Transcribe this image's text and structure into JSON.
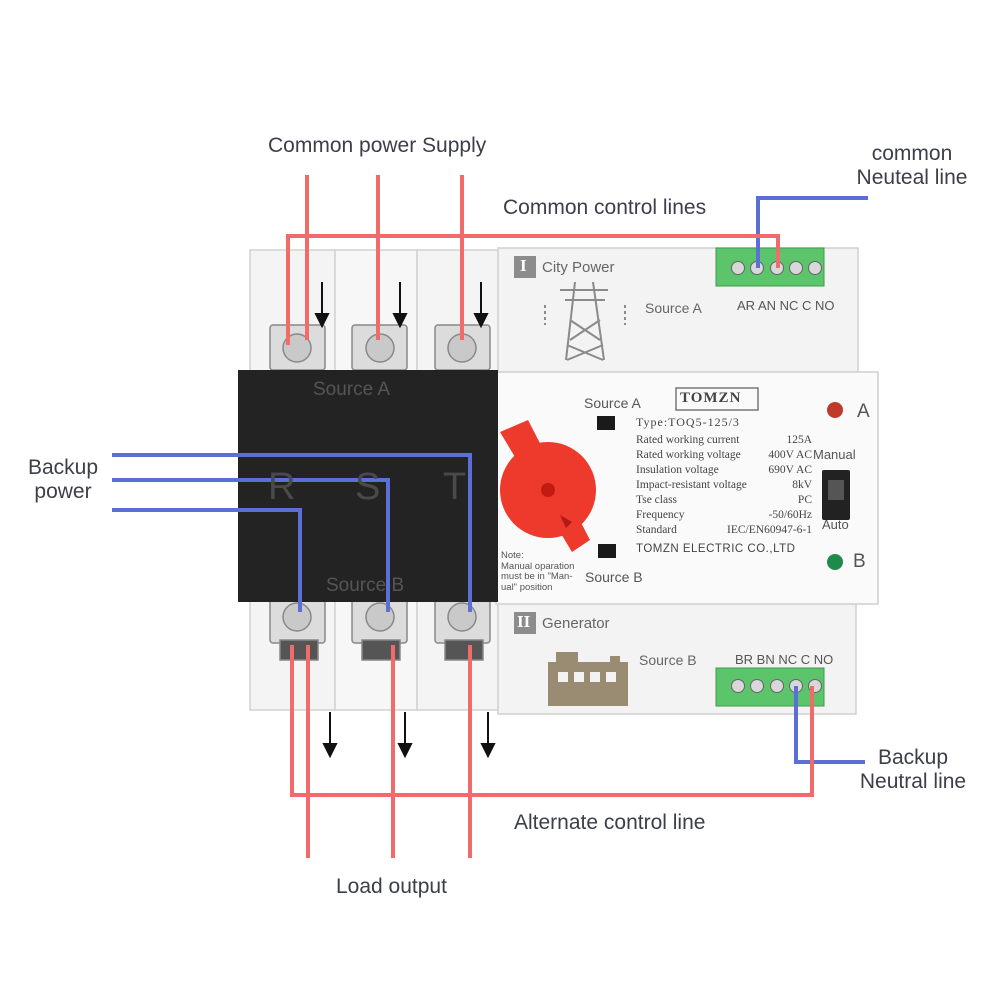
{
  "labels": {
    "common_power_supply": "Common power Supply",
    "common_neutral_line": "common\nNeuteal line",
    "common_control_lines": "Common control lines",
    "backup_power": "Backup\npower",
    "backup_neutral_line": "Backup\nNeutral line",
    "alternate_control_line": "Alternate control line",
    "load_output": "Load output"
  },
  "device": {
    "top_section_numeral": "I",
    "top_section_title": "City Power",
    "top_source_label": "Source A",
    "top_terminals": "AR AN NC C NO",
    "bottom_section_numeral": "II",
    "bottom_section_title": "Generator",
    "bottom_source_label": "Source B",
    "bottom_terminals": "BR BN NC C NO",
    "block_top_label": "Source A",
    "block_bottom_label": "Source B",
    "phase_r": "R",
    "phase_s": "S",
    "phase_t": "T",
    "window_a_label": "Source A",
    "window_b_label": "Source B",
    "brand": "TOMZN",
    "type_line": "Type:TOQ5-125/3",
    "specs": [
      {
        "name": "Rated working current",
        "value": "125A"
      },
      {
        "name": "Rated working voltage",
        "value": "400V AC"
      },
      {
        "name": "Insulation voltage",
        "value": "690V AC"
      },
      {
        "name": "Impact-resistant voltage",
        "value": "8kV"
      },
      {
        "name": "Tse class",
        "value": "PC"
      },
      {
        "name": "Frequency",
        "value": "-50/60Hz"
      },
      {
        "name": "Standard",
        "value": "IEC/EN60947-6-1"
      }
    ],
    "manufacturer": "TOMZN ELECTRIC CO.,LTD",
    "note_lines": [
      "Note:",
      "Manual oparation",
      "must be in \"Man-",
      "ual\" position"
    ],
    "indicator_a": "A",
    "indicator_b": "B",
    "switch_manual": "Manual",
    "switch_auto": "Auto"
  },
  "colors": {
    "live_wire": "#f26b6b",
    "neutral_wire": "#5b6fd6",
    "device_body": "#f3f3f3",
    "black_block": "#222222",
    "knob": "#ee3a2c",
    "terminal_green": "#5cc46a",
    "lamp_red": "#c0392b",
    "lamp_green": "#1f8a4c"
  }
}
